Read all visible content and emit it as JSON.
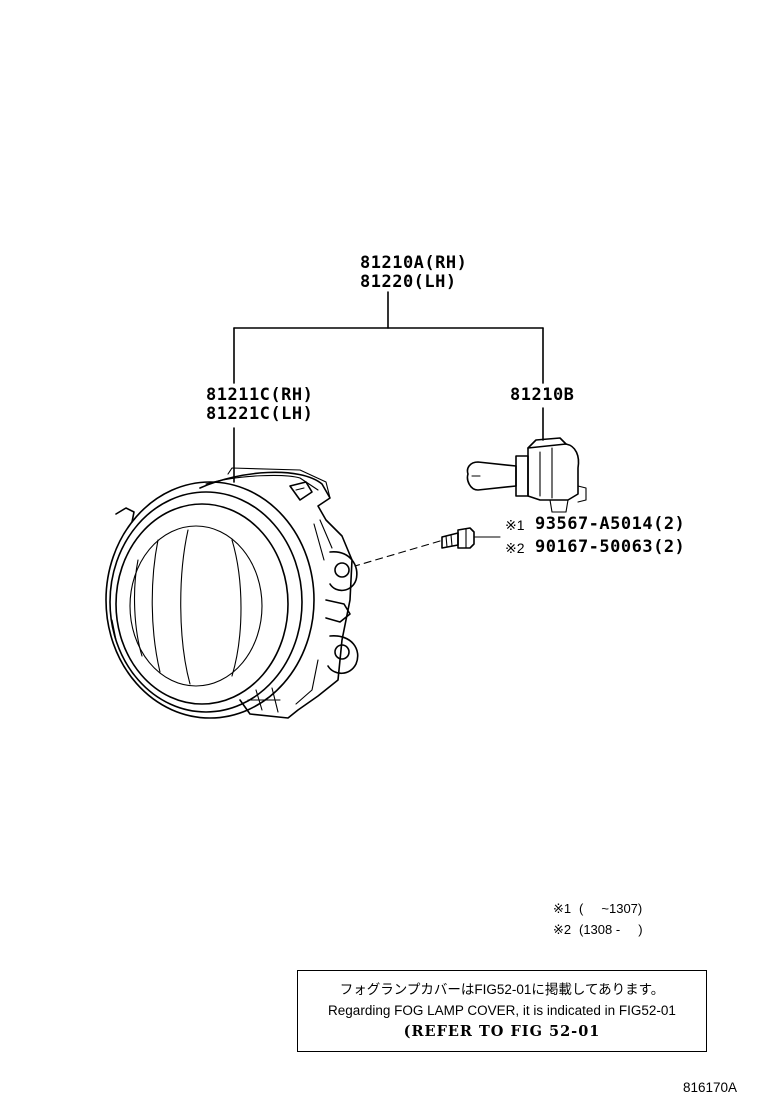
{
  "assembly": {
    "part_rh": "81210A(RH)",
    "part_lh": "81220(LH)"
  },
  "unit": {
    "part_rh": "81211C(RH)",
    "part_lh": "81221C(LH)"
  },
  "bulb": {
    "part": "81210B"
  },
  "screws": [
    {
      "mark": "※1",
      "part": "93567-A5014(2)"
    },
    {
      "mark": "※2",
      "part": "90167-50063(2)"
    }
  ],
  "footnotes": [
    {
      "mark": "※1",
      "range": "(     ~1307)"
    },
    {
      "mark": "※2",
      "range": "(1308 -     )"
    }
  ],
  "note": {
    "japanese": "フォグランプカバーはFIG52-01に掲載してあります。",
    "english": "Regarding FOG LAMP COVER, it is indicated in FIG52-01",
    "refer": "(REFER TO FIG 52-01"
  },
  "figure_id": "816170A"
}
